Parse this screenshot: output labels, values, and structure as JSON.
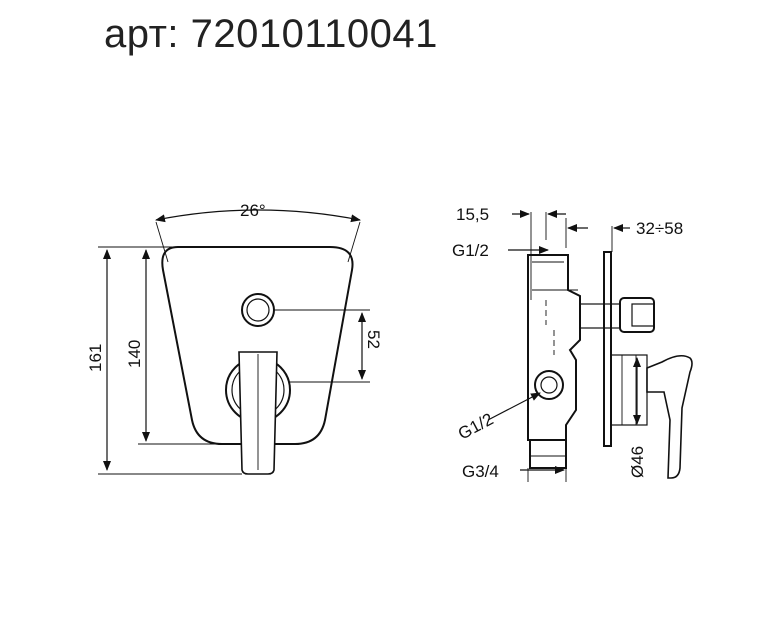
{
  "title": {
    "article": "арт: 72010110041"
  },
  "front_view": {
    "angle_label": "26°",
    "height_total": "161",
    "height_plate": "140",
    "spacing": "52"
  },
  "side_view": {
    "depth_pipe": "15,5",
    "wall_depth": "32÷58",
    "inlet_top": "G1/2",
    "inlet_side": "G1/2",
    "outlet": "G3/4",
    "rosette_diameter": "Ø46"
  }
}
